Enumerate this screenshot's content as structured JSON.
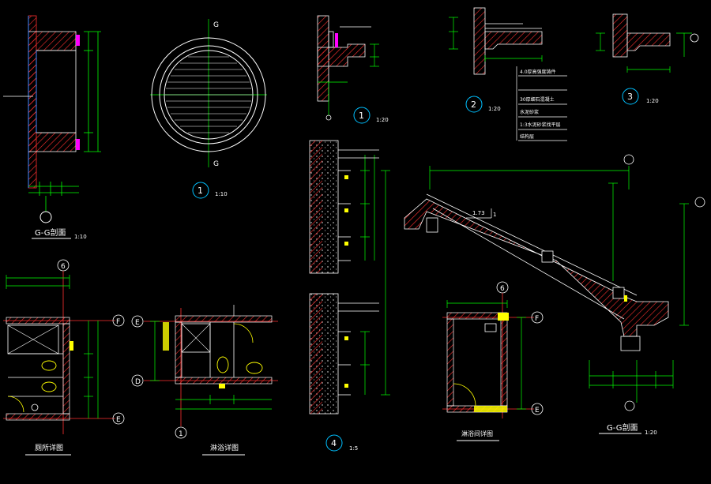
{
  "colors": {
    "background": "#000000",
    "outline": "#ffffff",
    "dimension": "#00ff00",
    "hatch": "#ff3030",
    "axis": "#ff3030",
    "label": "#ffff00",
    "fill": "#ff00ff",
    "callout": "#ffffff",
    "scale_circle": "#00c0ff",
    "fixture": "#ffff00",
    "door": "#ffff00",
    "wall_edge": "#4488ff"
  },
  "details": {
    "gg_section": {
      "title": "G-G剖面",
      "scale": "1:10"
    },
    "round_window": {
      "axis_top": "G",
      "axis_bottom": "G",
      "index": "1",
      "scale": "1:10"
    },
    "detail_1": {
      "index": "1",
      "scale": "1:20"
    },
    "detail_2": {
      "index": "2",
      "scale": "1:20",
      "notes": [
        "4.0厚高强度铸件",
        "30厚细石混凝土",
        "水泥砂浆",
        "1:3水泥砂浆找平层",
        "结构层"
      ]
    },
    "detail_3": {
      "index": "3",
      "scale": "1:20"
    },
    "detail_4": {
      "index": "4",
      "scale": "1:5"
    },
    "roof_section": {
      "title": "G-G剖面",
      "scale": "1:20",
      "slope": "1.73",
      "slope_base": "1"
    },
    "plan_a": {
      "title": "厕所详图",
      "axis_top": "6",
      "axis_right_top": "F",
      "axis_right_bottom": "E"
    },
    "plan_b": {
      "title": "淋浴详图",
      "axis_left_top": "E",
      "axis_left_bottom": "D",
      "axis_bottom": "1"
    },
    "plan_c": {
      "title": "淋浴间详图",
      "axis_top": "6",
      "axis_right_top": "F",
      "axis_right_bottom": "E"
    }
  }
}
